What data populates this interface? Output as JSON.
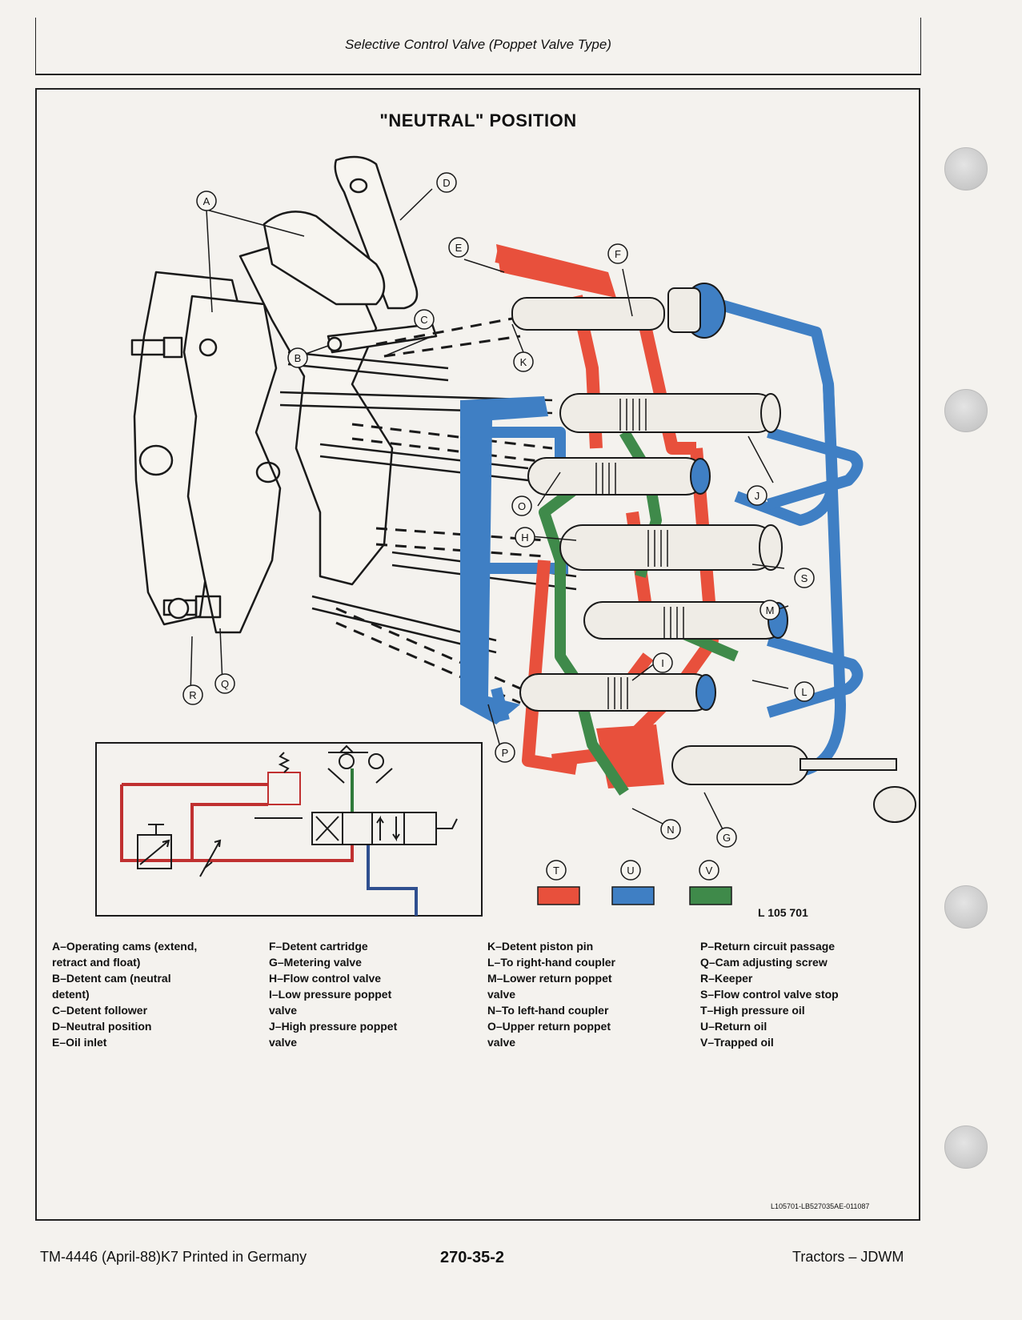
{
  "header": {
    "title": "Selective Control Valve (Poppet Valve Type)"
  },
  "figure": {
    "title": "\"NEUTRAL\" POSITION",
    "reference": "L 105 701",
    "small_reference": "L105701-LB527035AE-011087",
    "callouts": [
      "A",
      "B",
      "C",
      "D",
      "E",
      "F",
      "G",
      "H",
      "I",
      "J",
      "K",
      "L",
      "M",
      "N",
      "O",
      "P",
      "Q",
      "R",
      "S",
      "T",
      "U",
      "V"
    ],
    "colors": {
      "high_pressure": "#e8503c",
      "return": "#3f7fc4",
      "trapped": "#3f8a4a"
    }
  },
  "legend": {
    "col1": [
      "A–Operating cams (extend,",
      "retract and float)",
      "B–Detent cam (neutral",
      "detent)",
      "C–Detent follower",
      "D–Neutral position",
      "E–Oil inlet"
    ],
    "col2": [
      "F–Detent cartridge",
      "G–Metering valve",
      "H–Flow control valve",
      "I–Low pressure poppet",
      "valve",
      "J–High pressure poppet",
      "valve"
    ],
    "col3": [
      "K–Detent piston pin",
      "L–To right-hand coupler",
      "M–Lower return poppet",
      "valve",
      "N–To left-hand coupler",
      "O–Upper return poppet",
      "valve"
    ],
    "col4": [
      "P–Return circuit passage",
      "Q–Cam adjusting screw",
      "R–Keeper",
      "S–Flow control valve stop",
      "T–High pressure oil",
      "U–Return oil",
      "V–Trapped oil"
    ]
  },
  "footer": {
    "left": "TM-4446 (April-88)K7 Printed in Germany",
    "center": "270-35-2",
    "right": "Tractors – JDWM"
  }
}
